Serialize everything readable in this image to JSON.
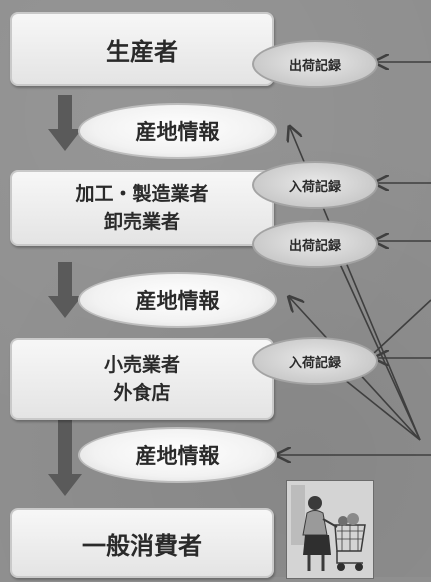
{
  "stages": {
    "producer": "生産者",
    "processor_line1": "加工・製造業者",
    "processor_line2": "卸売業者",
    "retailer_line1": "小売業者",
    "retailer_line2": "外食店",
    "consumer": "一般消費者"
  },
  "origin_info": [
    "産地情報",
    "産地情報",
    "産地情報"
  ],
  "records": {
    "shipping_1": "出荷記録",
    "receiving_1": "入荷記録",
    "shipping_2": "出荷記録",
    "receiving_2": "入荷記録"
  },
  "colors": {
    "background": "#8f8f8f",
    "box": "#eeeeee",
    "arrow": "#5a5a5a"
  },
  "illustration": "shopper-with-cart-icon"
}
